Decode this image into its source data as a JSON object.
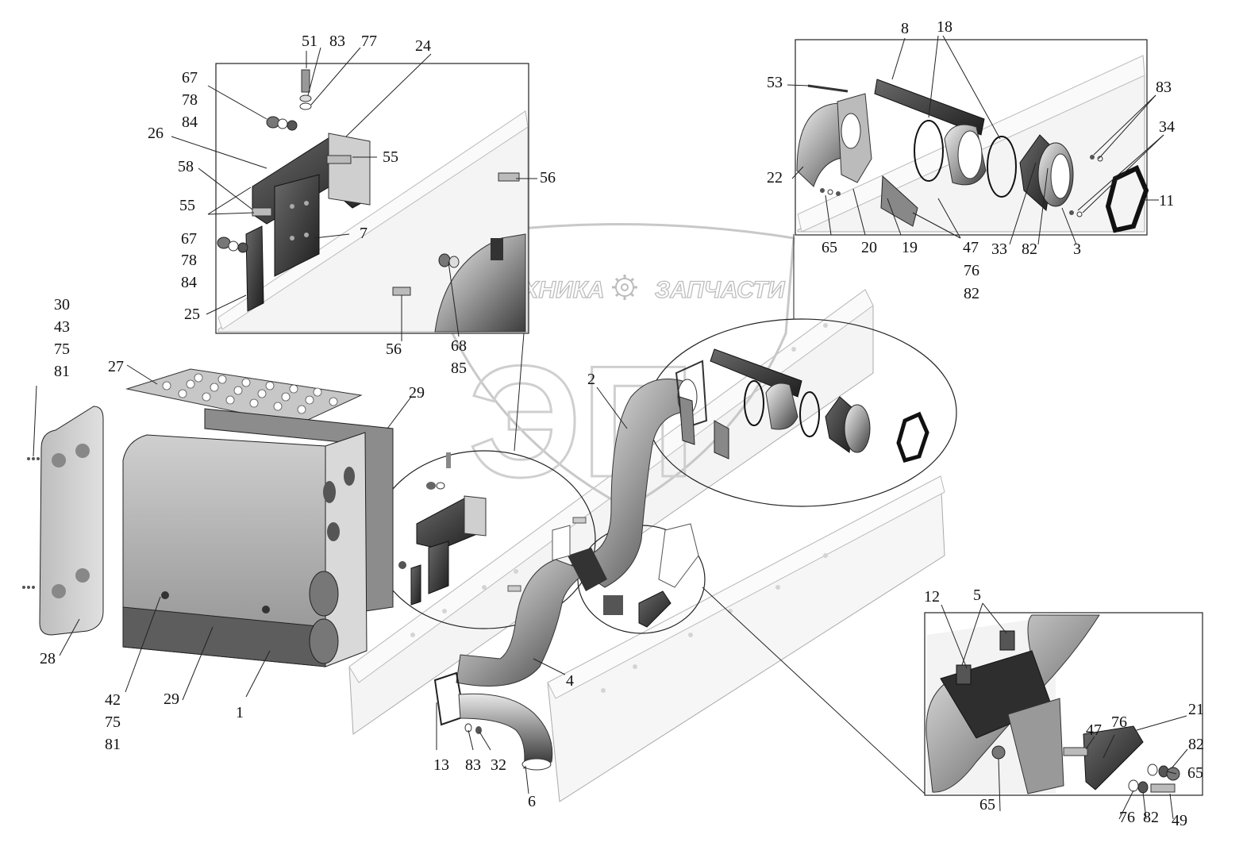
{
  "watermark": {
    "left_text": "ТЕХНИКА",
    "right_text": "ЗАПЧАСТИ",
    "logo_text": "ЭП",
    "gear_icon": "gear-icon"
  },
  "callouts": {
    "c51": "51",
    "c83a": "83",
    "c77": "77",
    "c24": "24",
    "c67a": "67",
    "c78a": "78",
    "c84a": "84",
    "c26": "26",
    "c55a": "55",
    "c58": "58",
    "c55b": "55",
    "c67b": "67",
    "c78b": "78",
    "c84b": "84",
    "c7": "7",
    "c25": "25",
    "c56a": "56",
    "c56b": "56",
    "c68": "68",
    "c85": "85",
    "c8": "8",
    "c18": "18",
    "c53": "53",
    "c83b": "83",
    "c34": "34",
    "c22": "22",
    "c11": "11",
    "c65a": "65",
    "c20": "20",
    "c19": "19",
    "c47a": "47",
    "c76a": "76",
    "c82a": "82",
    "c33": "33",
    "c82b": "82",
    "c3": "3",
    "c30": "30",
    "c43a": "43",
    "c75a": "75",
    "c81a": "81",
    "c27": "27",
    "c29a": "29",
    "c2": "2",
    "c28": "28",
    "c42": "42",
    "c75b": "75",
    "c81b": "81",
    "c29b": "29",
    "c1": "1",
    "c4": "4",
    "c13": "13",
    "c83c": "83",
    "c32": "32",
    "c6": "6",
    "c12": "12",
    "c5": "5",
    "c21": "21",
    "c47b": "47",
    "c76b": "76",
    "c82c": "82",
    "c65b": "65",
    "c65c": "65",
    "c76c": "76",
    "c82d": "82",
    "c49": "49"
  }
}
